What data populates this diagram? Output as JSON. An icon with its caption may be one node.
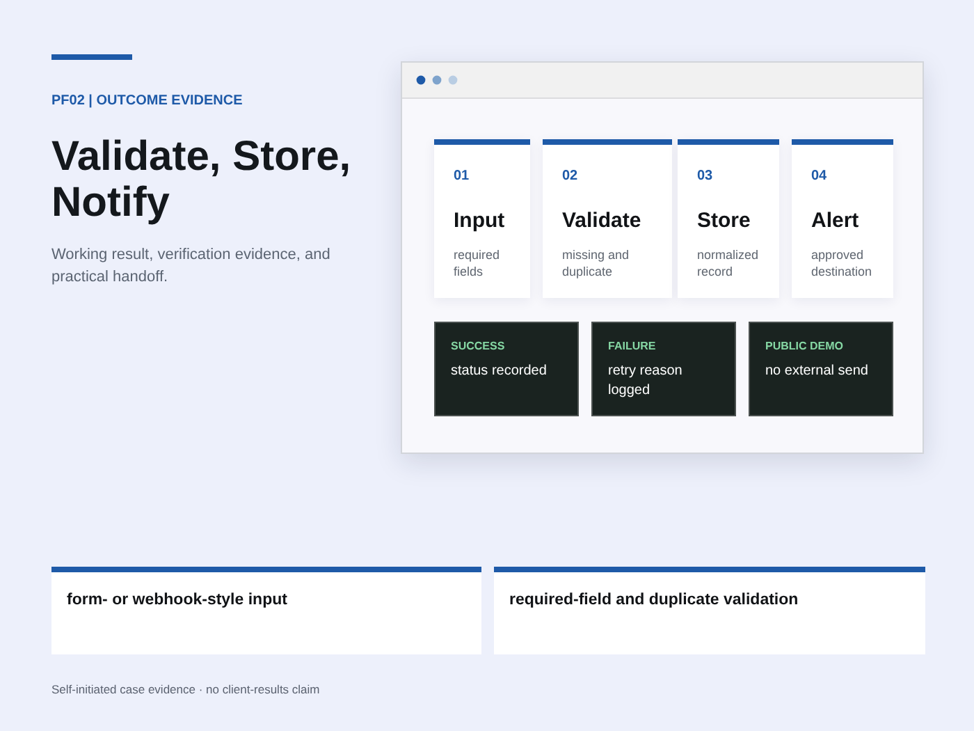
{
  "diagram": {
    "title": "Validate, Store, Notify",
    "nodes": [
      {
        "text": [],
        "shape": "box"
      },
      {
        "text": [
          "01",
          "Input",
          "required fields"
        ],
        "in": 0
      },
      {
        "text": [
          "02",
          "Validate",
          "missing and duplicate"
        ],
        "in": 0
      },
      {
        "text": [
          "03",
          "Store",
          "normalized record"
        ],
        "in": 0
      },
      {
        "text": [
          "04",
          "Alert",
          "approved destination"
        ],
        "in": 0
      },
      {
        "text": [
          "SUCCESS",
          "status recorded"
        ],
        "in": 0
      },
      {
        "text": [
          "FAILURE",
          "retry reason logged"
        ],
        "in": 0
      },
      {
        "text": [
          "PUBLIC DEMO",
          "no external send"
        ],
        "in": 0
      },
      {
        "text": [
          "form- or webhook-style input"
        ]
      },
      {
        "text": [
          "required-field and duplicate validation"
        ]
      }
    ],
    "labels": [
      "PF02 | OUTCOME EVIDENCE",
      "Working result, verification evidence, and practical handoff.",
      "Self-initiated case evidence · no client-results claim"
    ]
  }
}
